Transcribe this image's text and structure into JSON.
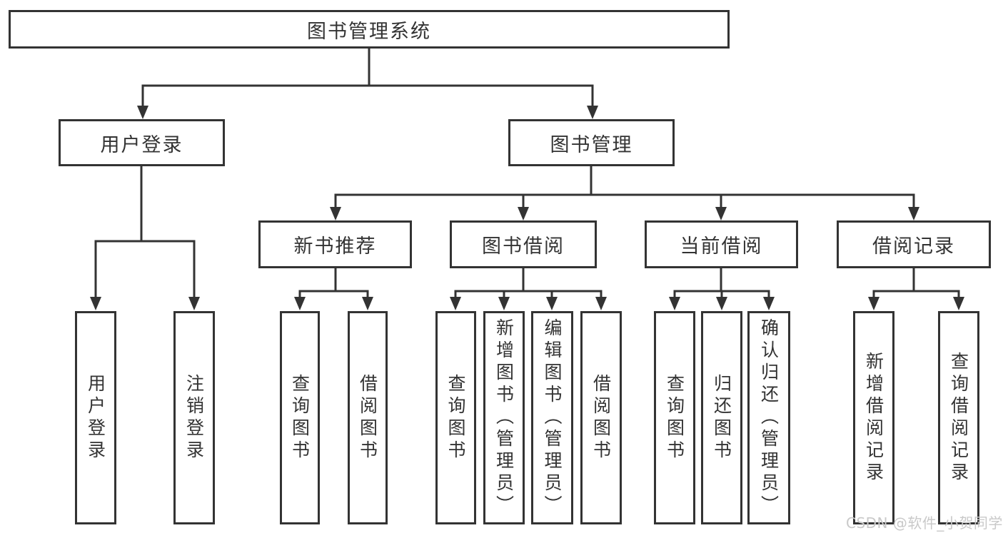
{
  "hierarchy": {
    "root": "图书管理系统",
    "children": [
      {
        "label": "用户登录",
        "children": [
          "用户登录",
          "注销登录"
        ]
      },
      {
        "label": "图书管理",
        "children": [
          {
            "label": "新书推荐",
            "children": [
              "查询图书",
              "借阅图书"
            ]
          },
          {
            "label": "图书借阅",
            "children": [
              "查询图书",
              "新增图书（管理员）",
              "编辑图书（管理员）",
              "借阅图书"
            ]
          },
          {
            "label": "当前借阅",
            "children": [
              "查询图书",
              "归还图书",
              "确认归还（管理员）"
            ]
          },
          {
            "label": "借阅记录",
            "children": [
              "新增借阅记录",
              "查询借阅记录"
            ]
          }
        ]
      }
    ]
  },
  "watermark": {
    "text": "CSDN @软件_小贺同学"
  },
  "colors": {
    "line": "#333333",
    "text": "#333333",
    "background": "#ffffff",
    "box_fill": "#ffffff",
    "watermark": "#c9c9c9"
  }
}
